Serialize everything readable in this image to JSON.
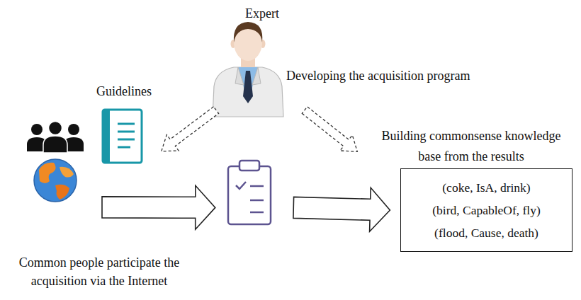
{
  "diagram": {
    "nodes": [
      {
        "text": [
          "Expert",
          "Developing the acquisition program"
        ]
      },
      {
        "text": [
          "Guidelines"
        ]
      },
      {
        "text": [
          "Common people participate the acquisition via the Internet"
        ]
      },
      {
        "text": []
      },
      {
        "text": [
          "Building commonsense knowledge base from the results",
          "(coke, IsA, drink)",
          "(bird, CapableOf, fly)",
          "(flood, Cause, death)"
        ]
      }
    ],
    "edges": [
      {
        "from": 0,
        "to": 1,
        "arrow": "to"
      },
      {
        "from": 0,
        "to": 4,
        "arrow": "to"
      },
      {
        "from": 2,
        "to": 3,
        "arrow": "to"
      },
      {
        "from": 3,
        "to": 4,
        "arrow": "to"
      }
    ]
  }
}
